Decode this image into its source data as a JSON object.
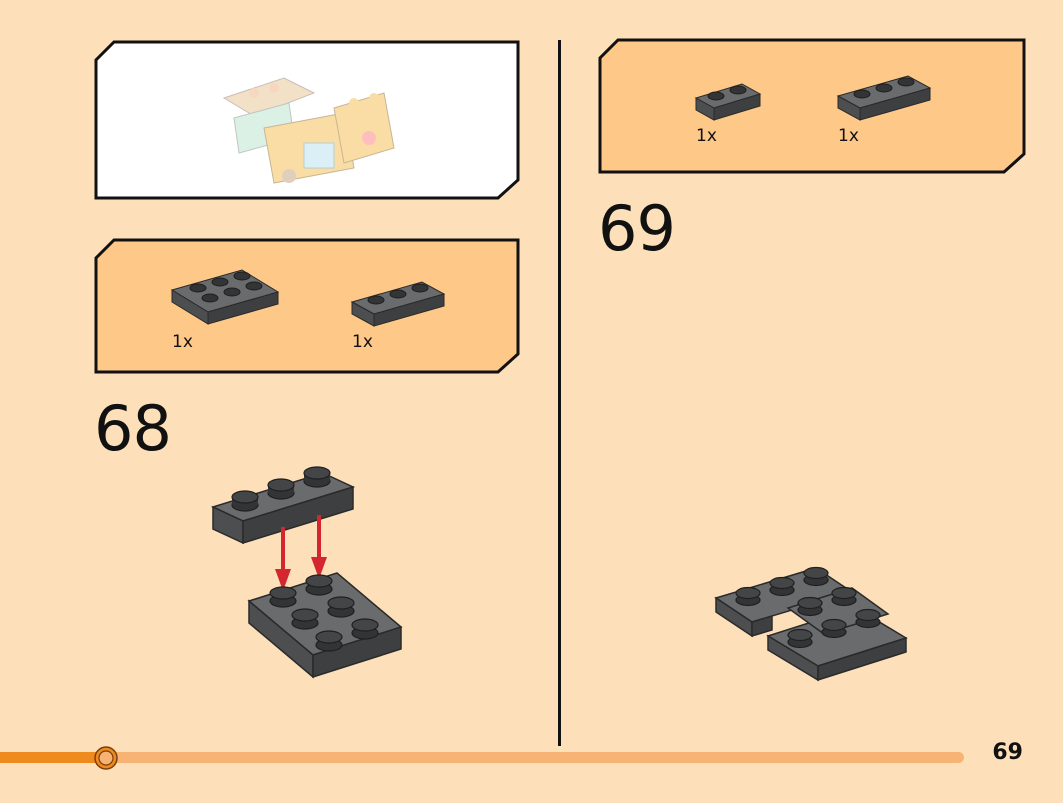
{
  "page": {
    "number": "69",
    "background": "#fde0b9"
  },
  "progress": {
    "fraction": 0.11,
    "track_color": "#f7b373",
    "fill_color": "#ef8a1e"
  },
  "steps": [
    {
      "number": "68",
      "parts": [
        {
          "part": "plate-2x3",
          "color": "dark-stone-grey",
          "qty": "1x"
        },
        {
          "part": "plate-1x3",
          "color": "dark-stone-grey",
          "qty": "1x"
        }
      ]
    },
    {
      "number": "69",
      "parts": [
        {
          "part": "plate-1x2",
          "color": "dark-stone-grey",
          "qty": "1x"
        },
        {
          "part": "plate-1x3",
          "color": "dark-stone-grey",
          "qty": "1x"
        }
      ]
    }
  ],
  "colors": {
    "parts_panel": "#fec888",
    "brick_top": "#6a6b6d",
    "brick_side": "#4d4e50",
    "arrow": "#d3262e"
  },
  "icons": {
    "overview": "completed-model-preview",
    "arrow": "down-arrow-icon",
    "knob": "progress-knob-icon"
  }
}
